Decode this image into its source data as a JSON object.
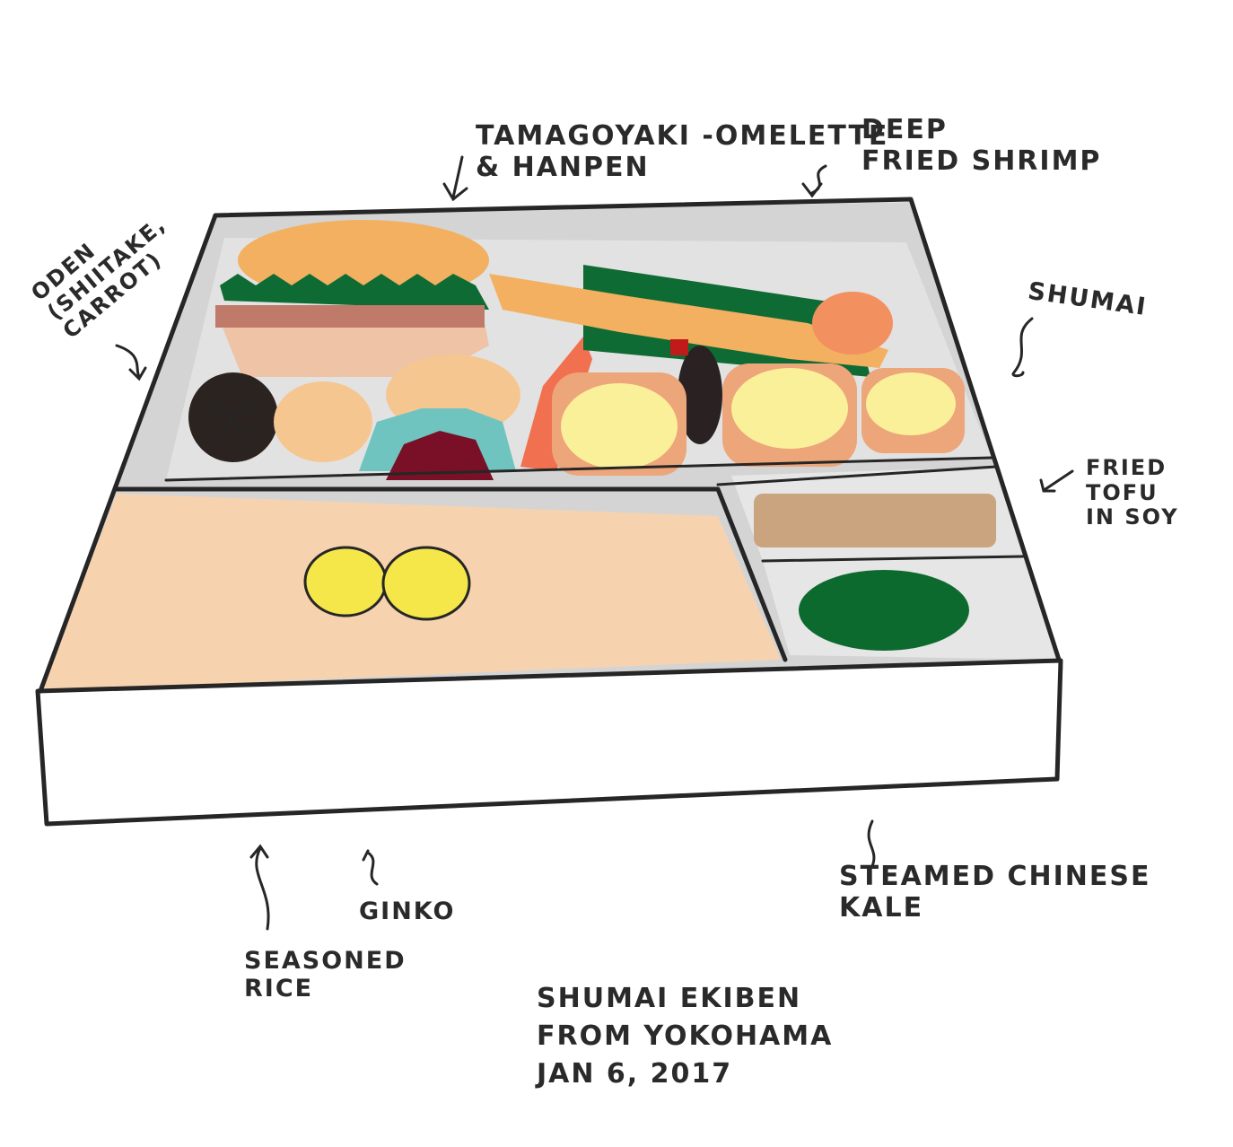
{
  "illustration": {
    "subject": "bento box sketch",
    "palette": {
      "ink": "#262626",
      "box_gray": "#d4d4d4",
      "tamagoyaki": "#f2b060",
      "leaf_green": "#0f6b34",
      "hanpen_pink": "#eec3a6",
      "shiitake": "#2b2320",
      "carrot_orange": "#f07050",
      "oden_tan": "#f6c690",
      "beans_red": "#7a1027",
      "cup_teal": "#6fc4c0",
      "shumai_skin": "#eda57a",
      "shumai_filling": "#fbf09a",
      "soy_bottle": "#2a2222",
      "soy_cap": "#c21a1a",
      "shrimp_tail": "#f29060",
      "rice": "#f6d3ae",
      "ginkgo": "#f5e64a",
      "tofu": "#c9a47e",
      "kale": "#0c6a2f"
    }
  },
  "labels": {
    "tamagoyaki": "TAMAGOYAKI -OMELETTE\n& HANPEN",
    "shrimp": "DEEP\nFRIED SHRIMP",
    "oden": "ODEN\n(SHIITAKE,\nCARROT)",
    "shumai": "SHUMAI",
    "tofu": "FRIED\nTOFU\nIN SOY",
    "rice": "SEASONED\nRICE",
    "ginkgo": "GINKO",
    "kale": "STEAMED CHINESE\nKALE",
    "caption": "SHUMAI EKIBEN\nFROM YOKOHAMA\nJAN 6, 2017"
  }
}
